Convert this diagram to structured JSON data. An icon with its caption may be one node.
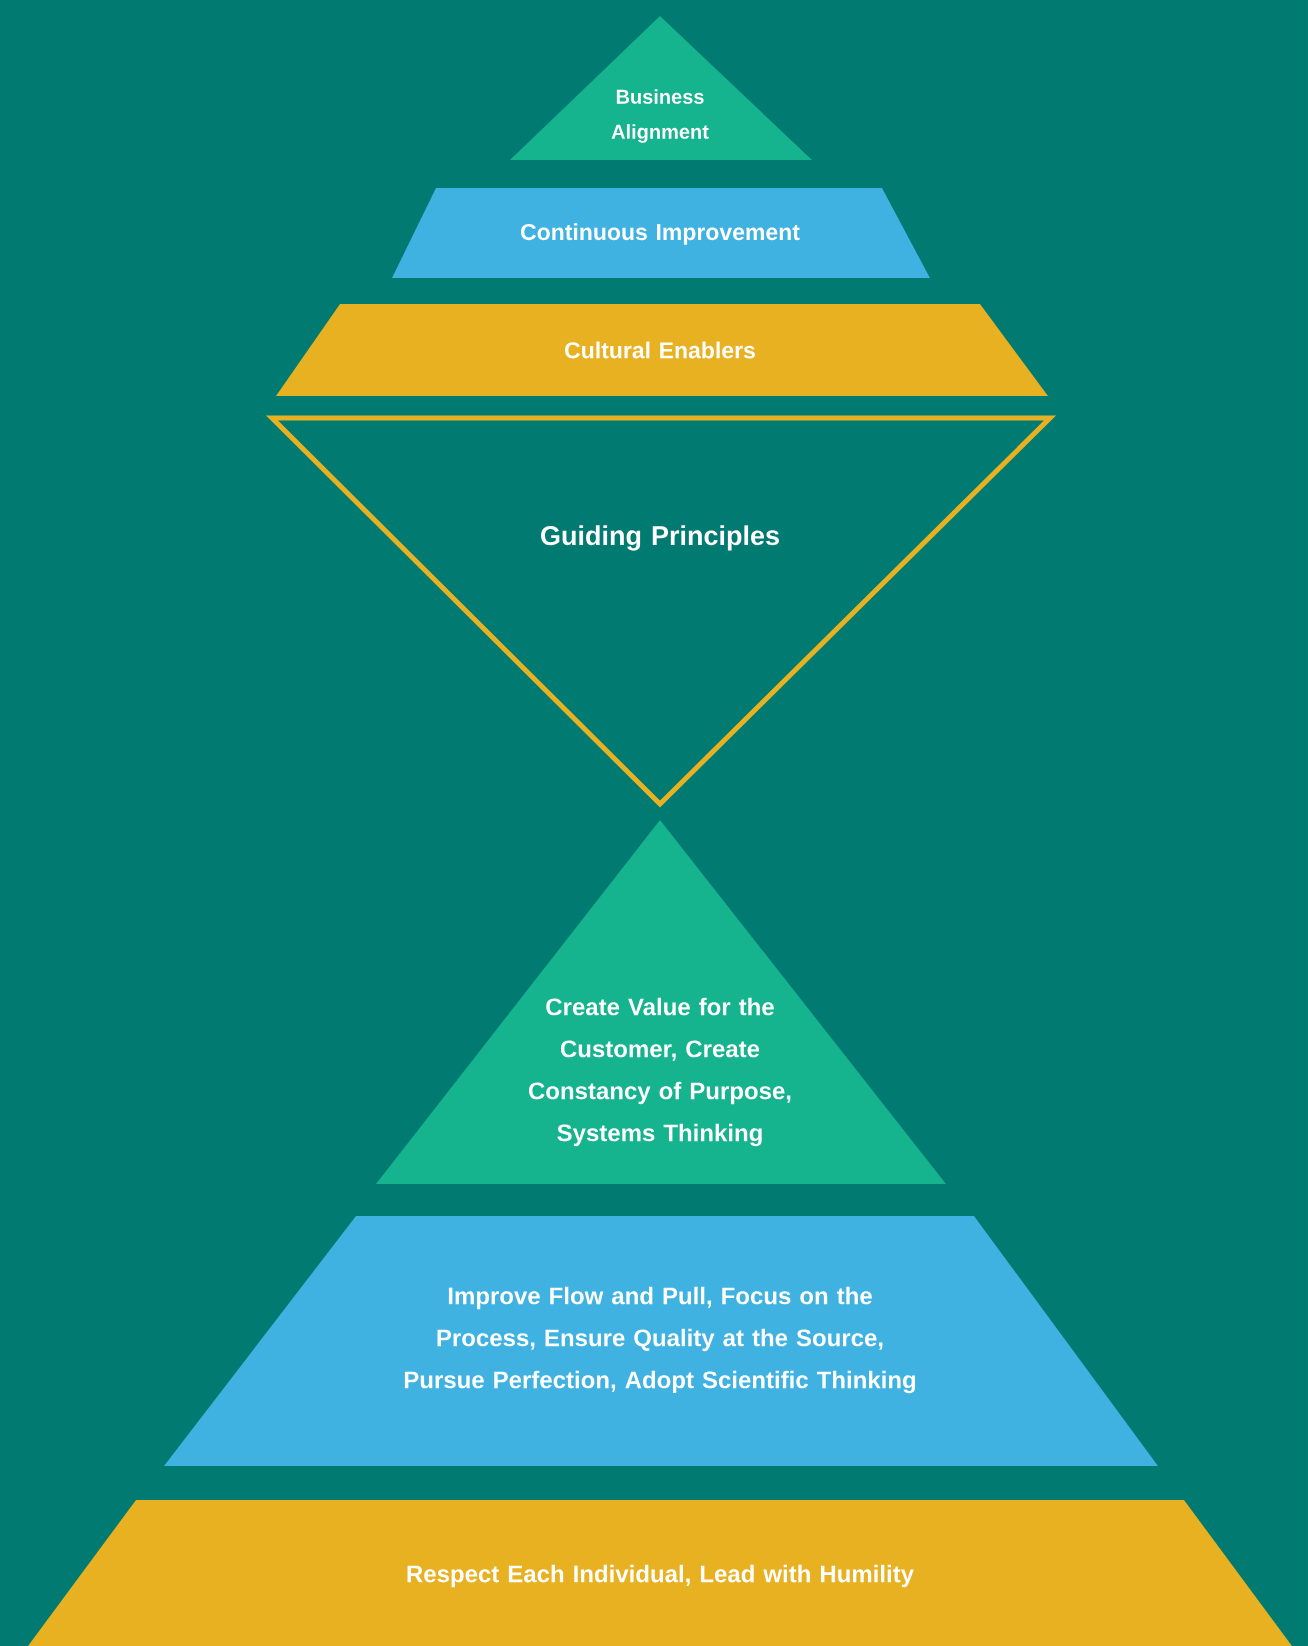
{
  "diagram": {
    "nodes": [
      {
        "text": [
          "Business Alignment"
        ]
      },
      {
        "text": [
          "Continuous Improvement"
        ]
      },
      {
        "text": [
          "Cultural Enablers"
        ]
      },
      {
        "text": [
          "Guiding Principles"
        ]
      },
      {
        "text": [
          "Create Value for the Customer, Create Constancy of Purpose, Systems Thinking"
        ]
      },
      {
        "text": [
          "Improve Flow and Pull, Focus on the Process, Ensure Quality at the Source, Pursue Perfection, Adopt Scientific Thinking"
        ]
      },
      {
        "text": [
          "Respect Each Individual, Lead with Humility"
        ]
      }
    ]
  }
}
